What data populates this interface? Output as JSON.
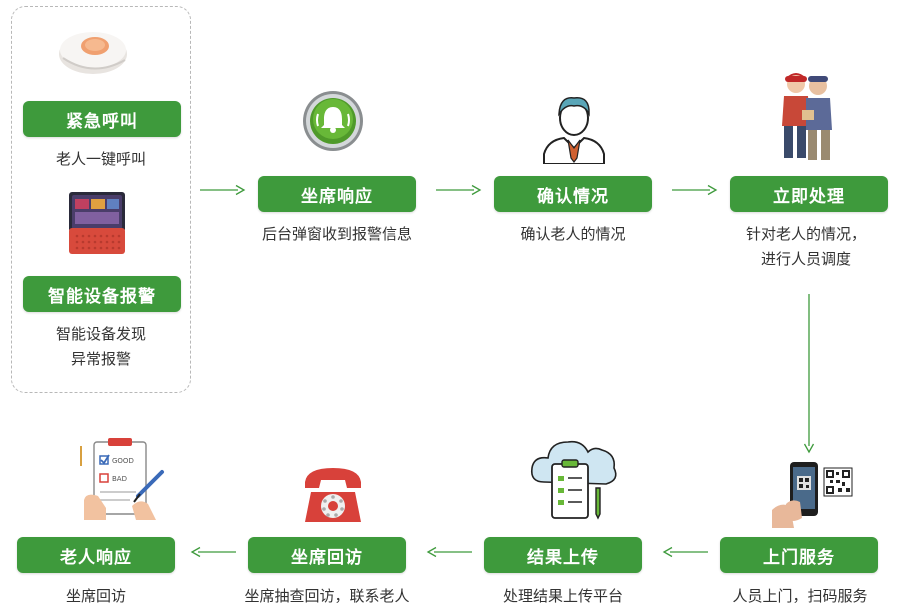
{
  "nodes": {
    "emergency": {
      "label": "紧急呼叫",
      "desc": [
        "老人一键呼叫"
      ]
    },
    "smart": {
      "label": "智能设备报警",
      "desc": [
        "智能设备发现",
        "异常报警"
      ]
    },
    "seat_response": {
      "label": "坐席响应",
      "desc": [
        "后台弹窗收到报警信息"
      ]
    },
    "confirm": {
      "label": "确认情况",
      "desc": [
        "确认老人的情况"
      ]
    },
    "handle": {
      "label": "立即处理",
      "desc": [
        "针对老人的情况，",
        "进行人员调度"
      ]
    },
    "door": {
      "label": "上门服务",
      "desc": [
        "人员上门，扫码服务"
      ]
    },
    "upload": {
      "label": "结果上传",
      "desc": [
        "处理结果上传平台"
      ]
    },
    "revisit": {
      "label": "坐席回访",
      "desc": [
        "坐席抽查回访，联系老人"
      ]
    },
    "elder": {
      "label": "老人响应",
      "desc": [
        "坐席回访"
      ]
    }
  },
  "form_icon": {
    "good": "GOOD",
    "bad": "BAD"
  },
  "colors": {
    "green": "#3e9a3c",
    "arrow": "#3e9a3c"
  }
}
